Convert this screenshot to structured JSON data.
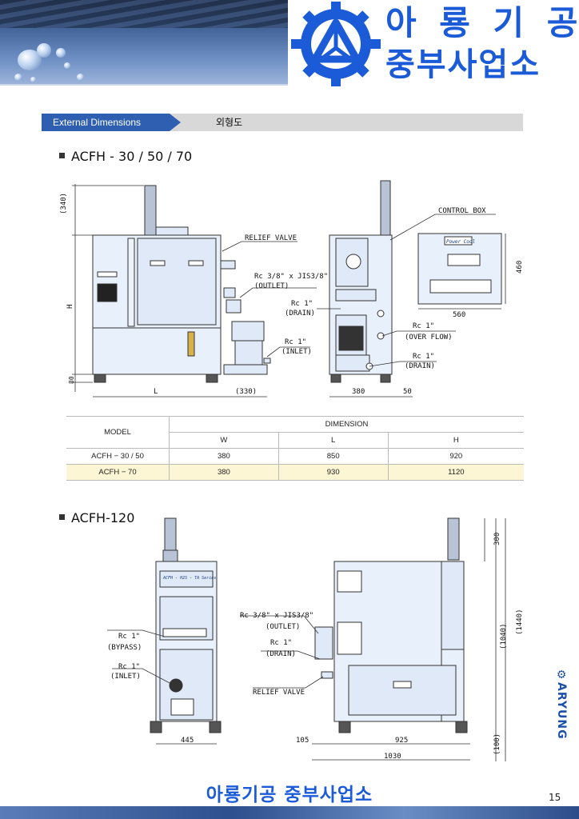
{
  "header": {
    "company_line1": "아 룡 기 공",
    "company_line2": "중부사업소"
  },
  "section": {
    "tag_en": "External Dimensions",
    "tag_ko": "외형도"
  },
  "model_a": {
    "title": "ACFH - 30 / 50 / 70",
    "labels": {
      "dim_340": "(340)",
      "dim_h": "H",
      "dim_80": "80",
      "dim_l": "L",
      "dim_330": "(330)",
      "dim_380": "380",
      "dim_50": "50",
      "relief_valve": "RELIEF  VALVE",
      "rc38_outlet_1": "Rc 3/8\" x JIS3/8\"",
      "rc38_outlet_2": "(OUTLET)",
      "rc1_drain_left_1": "Rc 1\"",
      "rc1_drain_left_2": "(DRAIN)",
      "rc1_inlet_1": "Rc 1\"",
      "rc1_inlet_2": "(INLET)",
      "rc1_overflow_1": "Rc 1\"",
      "rc1_overflow_2": "(OVER FLOW)",
      "rc1_drain_right_1": "Rc 1\"",
      "rc1_drain_right_2": "(DRAIN)",
      "control_box": "CONTROL  BOX",
      "dim_460": "460",
      "dim_560": "560",
      "control_panel_brand": "Power Cool"
    }
  },
  "table": {
    "model_header": "MODEL",
    "dimension_header": "DIMENSION",
    "columns": [
      "W",
      "L",
      "H"
    ],
    "rows": [
      {
        "model": "ACFH − 30 / 50",
        "w": "380",
        "l": "850",
        "h": "920"
      },
      {
        "model": "ACFH − 70",
        "w": "380",
        "l": "930",
        "h": "1120"
      }
    ]
  },
  "model_b": {
    "title": "ACFH-120",
    "labels": {
      "panel_text": "ACFH - H2S - TA Series",
      "rc1_bypass_1": "Rc 1\"",
      "rc1_bypass_2": "(BYPASS)",
      "rc1_inlet_1": "Rc 1\"",
      "rc1_inlet_2": "(INLET)",
      "dim_445": "445",
      "rc38_outlet_1": "Rc 3/8\" x JIS3/8\"",
      "rc38_outlet_2": "(OUTLET)",
      "rc1_drain_1": "Rc 1\"",
      "rc1_drain_2": "(DRAIN)",
      "relief_valve": "RELIEF  VALVE",
      "dim_105": "105",
      "dim_925": "925",
      "dim_1030": "1030",
      "dim_300": "300",
      "dim_1040": "(1040)",
      "dim_1440": "(1440)",
      "dim_100": "(100)"
    }
  },
  "side_logo": "ARYUNG",
  "footer": {
    "title": "아룡기공 중부사업소",
    "page_number": "15"
  },
  "colors": {
    "brand_blue": "#1b5bd8",
    "tag_blue": "#2f5fb0",
    "machine_fill": "#e8f0fb",
    "highlight_row": "#fdf6d5"
  }
}
